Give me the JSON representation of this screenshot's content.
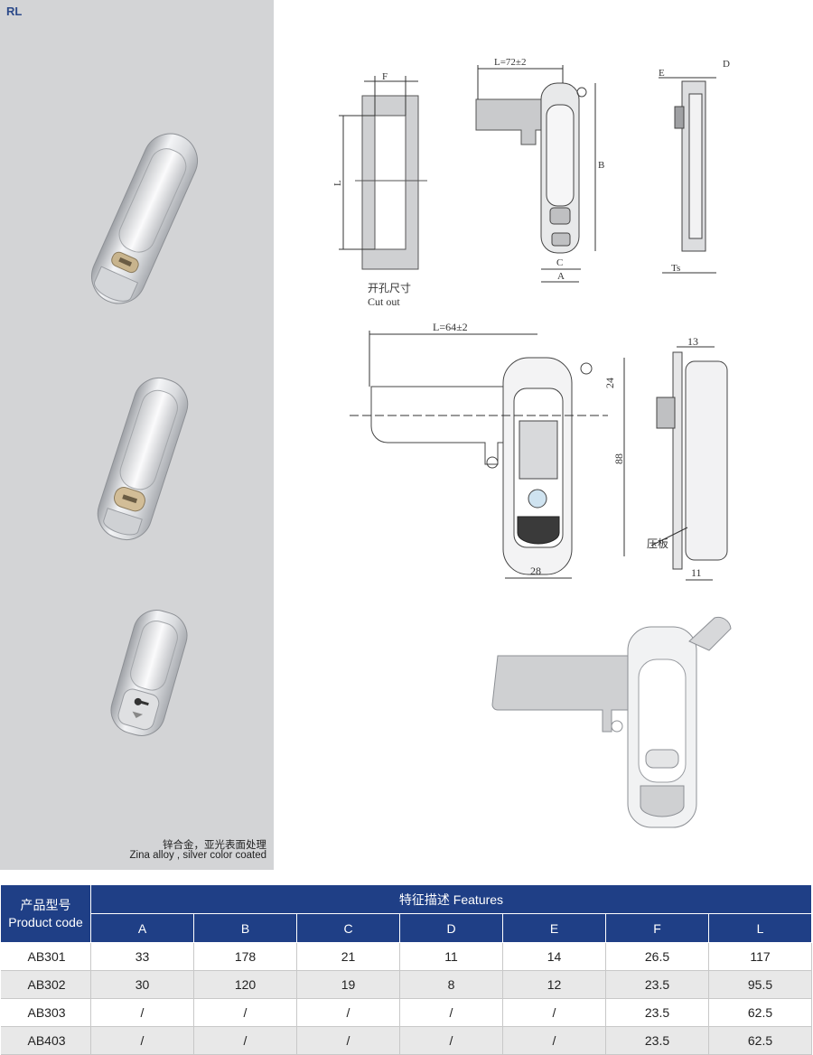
{
  "corner_label": "RL",
  "material": {
    "zh": "锌合金，亚光表面处理",
    "en": "Zina alloy , silver color coated"
  },
  "drawing": {
    "cutout_zh": "开孔尺寸",
    "cutout_en": "Cut out",
    "dim_F": "F",
    "dim_L": "L",
    "dim_L72": "L=72±2",
    "dim_B": "B",
    "dim_C": "C",
    "dim_A": "A",
    "dim_E": "E",
    "dim_D": "D",
    "dim_Ts": "Ts",
    "dim_L64": "L=64±2",
    "dim_24": "24",
    "dim_88": "88",
    "dim_28": "28",
    "dim_13": "13",
    "dim_11": "11",
    "pressure_plate": "压板"
  },
  "table": {
    "product_code_zh": "产品型号",
    "product_code_en": "Product code",
    "features": "特征描述  Features",
    "columns": [
      "A",
      "B",
      "C",
      "D",
      "E",
      "F",
      "L"
    ],
    "rows": [
      {
        "code": "AB301",
        "values": [
          "33",
          "178",
          "21",
          "11",
          "14",
          "26.5",
          "117"
        ]
      },
      {
        "code": "AB302",
        "values": [
          "30",
          "120",
          "19",
          "8",
          "12",
          "23.5",
          "95.5"
        ]
      },
      {
        "code": "AB303",
        "values": [
          "/",
          "/",
          "/",
          "/",
          "/",
          "23.5",
          "62.5"
        ]
      },
      {
        "code": "AB403",
        "values": [
          "/",
          "/",
          "/",
          "/",
          "/",
          "23.5",
          "62.5"
        ]
      }
    ]
  }
}
